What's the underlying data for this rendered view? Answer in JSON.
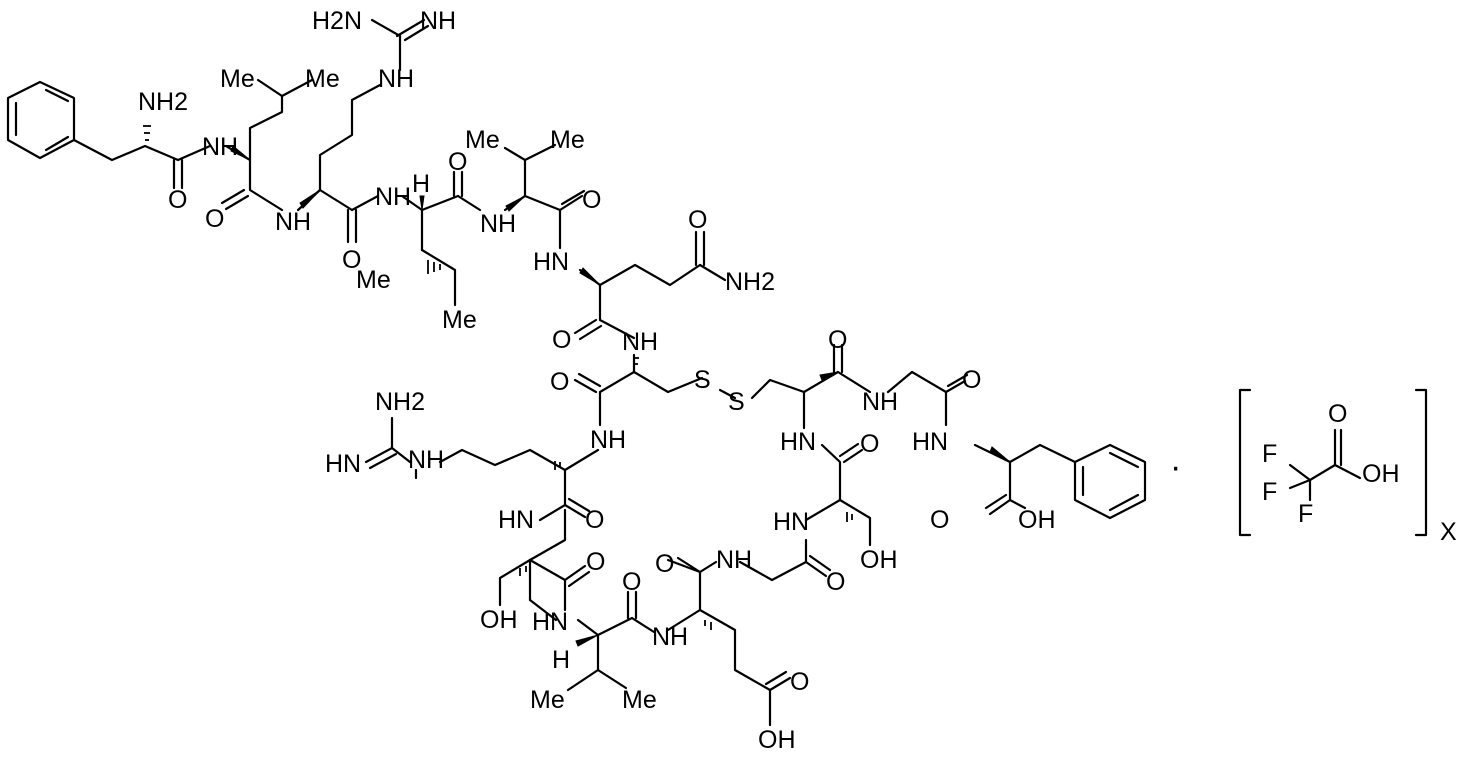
{
  "molecule": {
    "atom_labels": {
      "nh2_phe": "NH2",
      "o_phe": "O",
      "nh_leu": "NH",
      "me_leu_a": "Me",
      "me_leu_b": "Me",
      "o_leu": "O",
      "nh_arg": "NH",
      "h2n_guan1": "H2N",
      "nh_guan1_top": "NH",
      "nh_guan1_side": "NH",
      "o_arg1": "O",
      "nh_ile": "NH",
      "h_ile": "H",
      "me_ile_a": "Me",
      "me_ile_b": "Me",
      "o_ile": "O",
      "nh_val1": "NH",
      "me_val1_a": "Me",
      "me_val1_b": "Me",
      "o_val1": "O",
      "hn_gln": "HN",
      "o_gln_side": "O",
      "nh2_gln": "NH2",
      "o_gln": "O",
      "nh_cys1": "NH",
      "o_cys1": "O",
      "s1": "S",
      "s2": "S",
      "o_cys2": "O",
      "nh_gly1": "NH",
      "o_gly1": "O",
      "hn_phe2": "HN",
      "o_phe2": "O",
      "oh_phe2": "OH",
      "nh2_guan2": "NH2",
      "hn_guan2": "HN",
      "nh_guan2": "NH",
      "nh_arg2": "NH",
      "hn_ser1": "HN",
      "o_arg2": "O",
      "o_ser1": "O",
      "oh_ser1": "OH",
      "hn_val2": "HN",
      "h_val2": "H",
      "me_val2_a": "Me",
      "me_val2_b": "Me",
      "o_val2": "O",
      "nh_glu": "NH",
      "o_glu": "O",
      "o_glu_side": "O",
      "oh_glu_side": "OH",
      "nh_gly2": "NH",
      "o_gly2": "O",
      "hn_ser2": "HN",
      "oh_ser2": "OH",
      "hn_cys2": "HN",
      "o_ser2": "O"
    },
    "salt": {
      "dot": "·",
      "f1": "F",
      "f2": "F",
      "f3": "F",
      "o": "O",
      "oh": "OH",
      "multiplier": "X"
    }
  }
}
